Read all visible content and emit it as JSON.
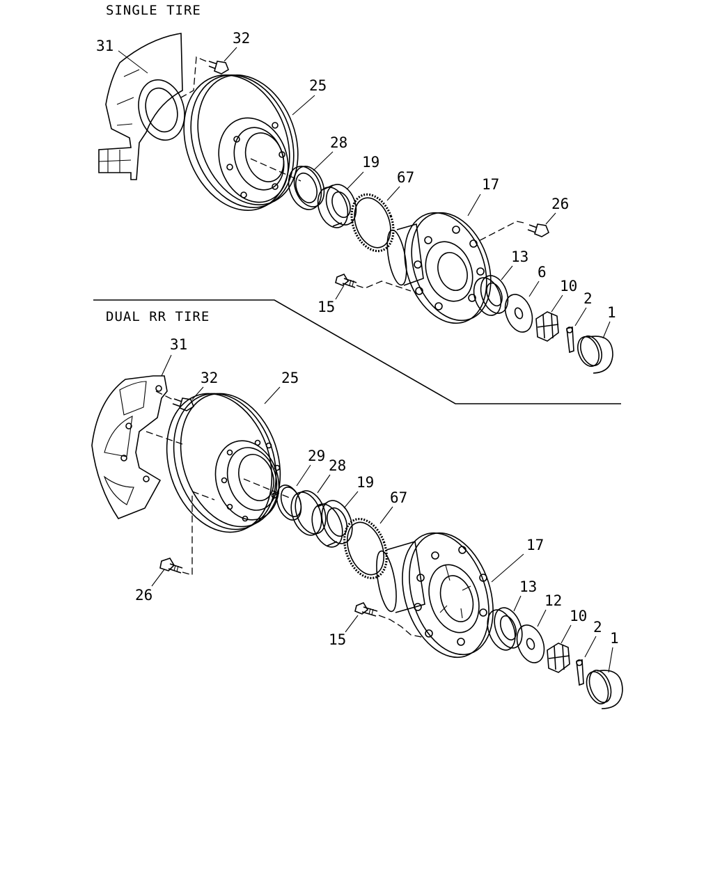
{
  "sections": {
    "single": {
      "title": "SINGLE TIRE"
    },
    "dual": {
      "title": "DUAL RR TIRE"
    }
  },
  "single_labels": {
    "l31": "31",
    "l32": "32",
    "l25": "25",
    "l28": "28",
    "l19": "19",
    "l67": "67",
    "l17": "17",
    "l26": "26",
    "l13": "13",
    "l6": "6",
    "l10": "10",
    "l2": "2",
    "l1": "1",
    "l15": "15"
  },
  "dual_labels": {
    "l31": "31",
    "l32": "32",
    "l25": "25",
    "l29": "29",
    "l28": "28",
    "l19": "19",
    "l67": "67",
    "l17": "17",
    "l13": "13",
    "l12": "12",
    "l10": "10",
    "l2": "2",
    "l1": "1",
    "l15": "15",
    "l26": "26"
  }
}
